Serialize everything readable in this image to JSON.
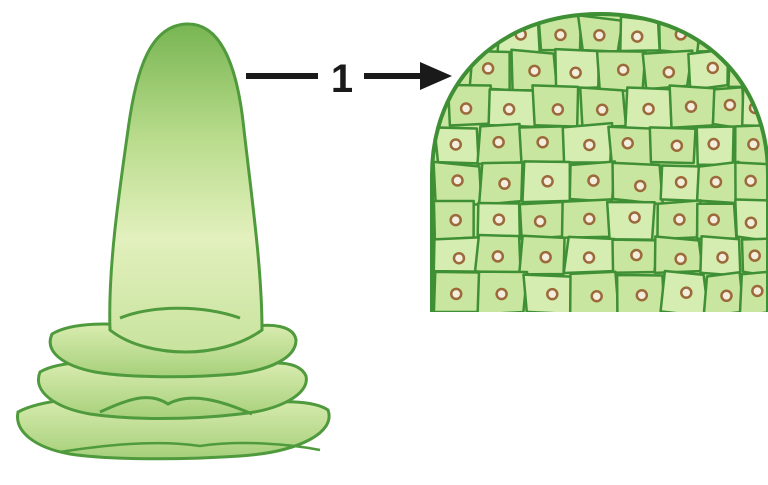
{
  "diagram": {
    "callout_label": "1",
    "colors": {
      "tissue_light": "#e6f2c2",
      "tissue_mid": "#b9dc8c",
      "tissue_dark": "#78b552",
      "outline": "#4f9a3c",
      "cell_fill": "#c9e6a0",
      "cell_wall": "#3f8f35",
      "nucleus_ring": "#9c6a3a",
      "nucleus_core": "#f3eedd",
      "arrow": "#1a1a1a"
    },
    "icons": {
      "shoot_tip": "shoot-apex-illustration",
      "cell_detail": "meristem-cells-illustration",
      "arrow": "arrow-right-icon"
    }
  }
}
